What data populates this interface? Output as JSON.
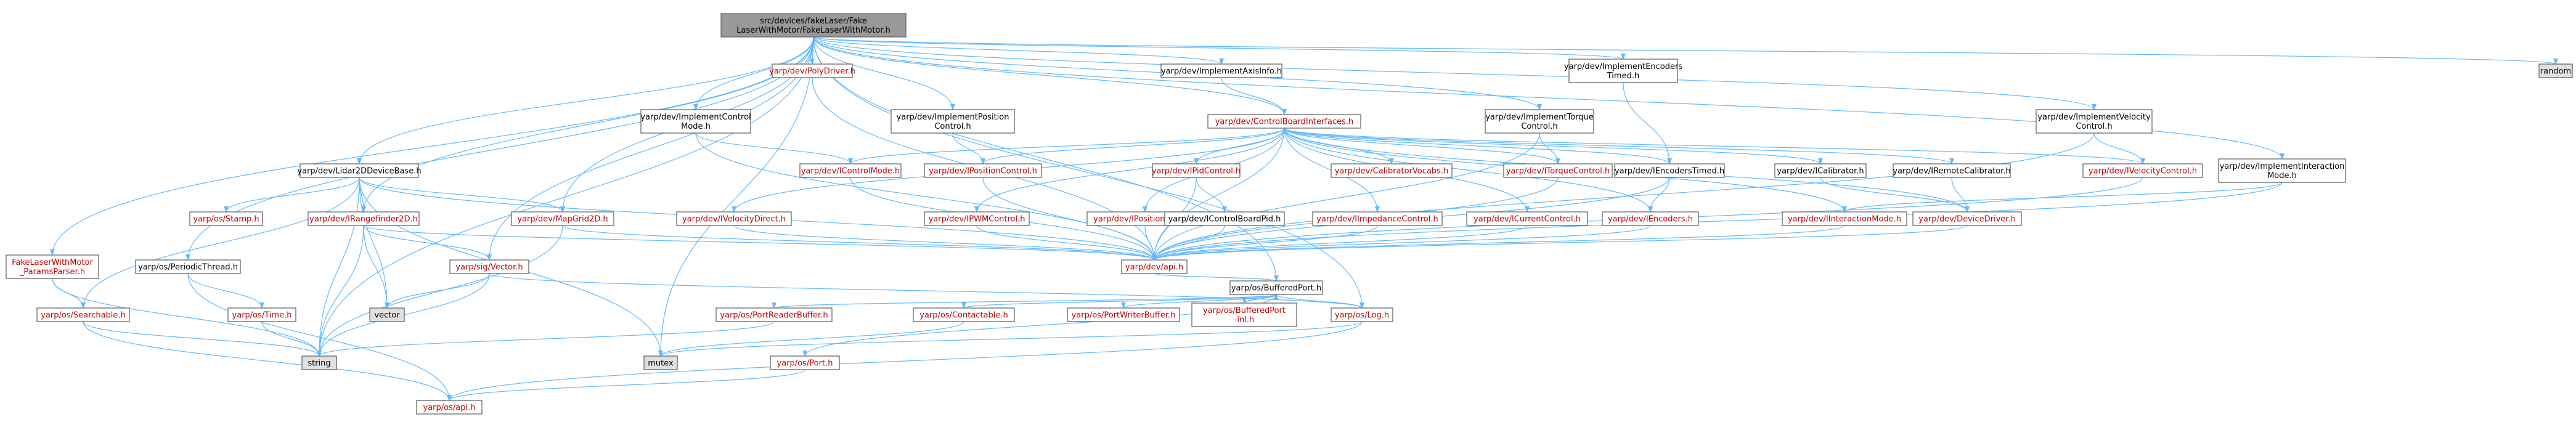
{
  "diagram": {
    "title": "src/devices/fakeLaser/FakeLaserWithMotor/FakeLaserWithMotor.h",
    "colors": {
      "edge": "#63B8FF",
      "root_fill": "#999999",
      "node_fill": "#ffffff",
      "system_fill": "#E0E0E0",
      "link_text": "#BF0000",
      "plain_text": "#000000",
      "border": "#666666"
    },
    "nodes": [
      {
        "id": "root",
        "lines": [
          "src/devices/fakeLaser/Fake",
          "LaserWithMotor/FakeLaserWithMotor.h"
        ],
        "kind": "root"
      },
      {
        "id": "polydriver",
        "lines": [
          "yarp/dev/PolyDriver.h"
        ],
        "kind": "link"
      },
      {
        "id": "implaxis",
        "lines": [
          "yarp/dev/ImplementAxisInfo.h"
        ],
        "kind": "plain"
      },
      {
        "id": "implenc",
        "lines": [
          "yarp/dev/ImplementEncoders",
          "Timed.h"
        ],
        "kind": "plain"
      },
      {
        "id": "random",
        "lines": [
          "random"
        ],
        "kind": "system"
      },
      {
        "id": "implctrlmode",
        "lines": [
          "yarp/dev/ImplementControl",
          "Mode.h"
        ],
        "kind": "plain"
      },
      {
        "id": "implpos",
        "lines": [
          "yarp/dev/ImplementPosition",
          "Control.h"
        ],
        "kind": "plain"
      },
      {
        "id": "cbi",
        "lines": [
          "yarp/dev/ControlBoardInterfaces.h"
        ],
        "kind": "link"
      },
      {
        "id": "impltorque",
        "lines": [
          "yarp/dev/ImplementTorque",
          "Control.h"
        ],
        "kind": "plain"
      },
      {
        "id": "implvel",
        "lines": [
          "yarp/dev/ImplementVelocity",
          "Control.h"
        ],
        "kind": "plain"
      },
      {
        "id": "lidar",
        "lines": [
          "yarp/dev/Lidar2DDeviceBase.h"
        ],
        "kind": "plain"
      },
      {
        "id": "icontrolmode",
        "lines": [
          "yarp/dev/IControlMode.h"
        ],
        "kind": "link"
      },
      {
        "id": "iposctrl",
        "lines": [
          "yarp/dev/IPositionControl.h"
        ],
        "kind": "link"
      },
      {
        "id": "ipid",
        "lines": [
          "yarp/dev/IPidControl.h"
        ],
        "kind": "link"
      },
      {
        "id": "calvocabs",
        "lines": [
          "yarp/dev/CalibratorVocabs.h"
        ],
        "kind": "link"
      },
      {
        "id": "itorque",
        "lines": [
          "yarp/dev/ITorqueControl.h"
        ],
        "kind": "link"
      },
      {
        "id": "iencodertimed",
        "lines": [
          "yarp/dev/IEncodersTimed.h"
        ],
        "kind": "plain"
      },
      {
        "id": "icalibrator",
        "lines": [
          "yarp/dev/ICalibrator.h"
        ],
        "kind": "plain"
      },
      {
        "id": "iremotecal",
        "lines": [
          "yarp/dev/IRemoteCalibrator.h"
        ],
        "kind": "plain"
      },
      {
        "id": "ivelctrl",
        "lines": [
          "yarp/dev/IVelocityControl.h"
        ],
        "kind": "link"
      },
      {
        "id": "implinter",
        "lines": [
          "yarp/dev/ImplementInteraction",
          "Mode.h"
        ],
        "kind": "plain"
      },
      {
        "id": "stamp",
        "lines": [
          "yarp/os/Stamp.h"
        ],
        "kind": "link"
      },
      {
        "id": "irange",
        "lines": [
          "yarp/dev/IRangefinder2D.h"
        ],
        "kind": "link"
      },
      {
        "id": "mapgrid",
        "lines": [
          "yarp/dev/MapGrid2D.h"
        ],
        "kind": "link"
      },
      {
        "id": "ivelocitydirect",
        "lines": [
          "yarp/dev/IVelocityDirect.h"
        ],
        "kind": "link"
      },
      {
        "id": "ipwm",
        "lines": [
          "yarp/dev/IPWMControl.h"
        ],
        "kind": "link"
      },
      {
        "id": "iposdirect",
        "lines": [
          "yarp/dev/IPositionDirect.h"
        ],
        "kind": "link"
      },
      {
        "id": "icbpid",
        "lines": [
          "yarp/dev/IControlBoardPid.h"
        ],
        "kind": "plain"
      },
      {
        "id": "iimpedance",
        "lines": [
          "yarp/dev/IImpedanceControl.h"
        ],
        "kind": "link"
      },
      {
        "id": "icurrent",
        "lines": [
          "yarp/dev/ICurrentControl.h"
        ],
        "kind": "link"
      },
      {
        "id": "iencoders",
        "lines": [
          "yarp/dev/IEncoders.h"
        ],
        "kind": "link"
      },
      {
        "id": "iinteraction",
        "lines": [
          "yarp/dev/IInteractionMode.h"
        ],
        "kind": "link"
      },
      {
        "id": "devicedriver",
        "lines": [
          "yarp/dev/DeviceDriver.h"
        ],
        "kind": "link"
      },
      {
        "id": "fakeparams",
        "lines": [
          "FakeLaserWithMotor",
          "_ParamsParser.h"
        ],
        "kind": "link"
      },
      {
        "id": "periodic",
        "lines": [
          "yarp/os/PeriodicThread.h"
        ],
        "kind": "plain"
      },
      {
        "id": "sigvector",
        "lines": [
          "yarp/sig/Vector.h"
        ],
        "kind": "link"
      },
      {
        "id": "devapi",
        "lines": [
          "yarp/dev/api.h"
        ],
        "kind": "link"
      },
      {
        "id": "bufport",
        "lines": [
          "yarp/os/BufferedPort.h"
        ],
        "kind": "plain"
      },
      {
        "id": "vector",
        "lines": [
          "vector"
        ],
        "kind": "system"
      },
      {
        "id": "searchable",
        "lines": [
          "yarp/os/Searchable.h"
        ],
        "kind": "link"
      },
      {
        "id": "time",
        "lines": [
          "yarp/os/Time.h"
        ],
        "kind": "link"
      },
      {
        "id": "portreader",
        "lines": [
          "yarp/os/PortReaderBuffer.h"
        ],
        "kind": "link"
      },
      {
        "id": "contactable",
        "lines": [
          "yarp/os/Contactable.h"
        ],
        "kind": "link"
      },
      {
        "id": "portwriter",
        "lines": [
          "yarp/os/PortWriterBuffer.h"
        ],
        "kind": "link"
      },
      {
        "id": "bufportinl",
        "lines": [
          "yarp/os/BufferedPort",
          "-inl.h"
        ],
        "kind": "link"
      },
      {
        "id": "log",
        "lines": [
          "yarp/os/Log.h"
        ],
        "kind": "link"
      },
      {
        "id": "string",
        "lines": [
          "string"
        ],
        "kind": "system"
      },
      {
        "id": "mutex",
        "lines": [
          "mutex"
        ],
        "kind": "system"
      },
      {
        "id": "port",
        "lines": [
          "yarp/os/Port.h"
        ],
        "kind": "link"
      },
      {
        "id": "osapi",
        "lines": [
          "yarp/os/api.h"
        ],
        "kind": "link"
      }
    ],
    "edges": [
      [
        "root",
        "polydriver"
      ],
      [
        "root",
        "implaxis"
      ],
      [
        "root",
        "implenc"
      ],
      [
        "root",
        "random"
      ],
      [
        "root",
        "implctrlmode"
      ],
      [
        "root",
        "implpos"
      ],
      [
        "root",
        "impltorque"
      ],
      [
        "root",
        "implvel"
      ],
      [
        "root",
        "lidar"
      ],
      [
        "root",
        "cbi"
      ],
      [
        "root",
        "irange"
      ],
      [
        "root",
        "mapgrid"
      ],
      [
        "root",
        "implinter"
      ],
      [
        "root",
        "fakeparams"
      ],
      [
        "root",
        "periodic"
      ],
      [
        "root",
        "sigvector"
      ],
      [
        "root",
        "string"
      ],
      [
        "root",
        "mutex"
      ],
      [
        "root",
        "bufport"
      ],
      [
        "root",
        "log"
      ],
      [
        "polydriver",
        "devapi"
      ],
      [
        "implaxis",
        "cbi"
      ],
      [
        "implenc",
        "iencodertimed"
      ],
      [
        "implctrlmode",
        "icontrolmode"
      ],
      [
        "implctrlmode",
        "devapi"
      ],
      [
        "implpos",
        "iposctrl"
      ],
      [
        "impltorque",
        "itorque"
      ],
      [
        "impltorque",
        "devapi"
      ],
      [
        "implvel",
        "ivelctrl"
      ],
      [
        "implvel",
        "devapi"
      ],
      [
        "implinter",
        "iinteraction"
      ],
      [
        "implinter",
        "devapi"
      ],
      [
        "cbi",
        "icontrolmode"
      ],
      [
        "cbi",
        "iposctrl"
      ],
      [
        "cbi",
        "ipid"
      ],
      [
        "cbi",
        "calvocabs"
      ],
      [
        "cbi",
        "itorque"
      ],
      [
        "cbi",
        "iencodertimed"
      ],
      [
        "cbi",
        "icalibrator"
      ],
      [
        "cbi",
        "iremotecal"
      ],
      [
        "cbi",
        "ivelctrl"
      ],
      [
        "cbi",
        "ivelocitydirect"
      ],
      [
        "cbi",
        "ipwm"
      ],
      [
        "cbi",
        "iposdirect"
      ],
      [
        "cbi",
        "iimpedance"
      ],
      [
        "cbi",
        "icurrent"
      ],
      [
        "cbi",
        "iencoders"
      ],
      [
        "cbi",
        "iinteraction"
      ],
      [
        "cbi",
        "devicedriver"
      ],
      [
        "cbi",
        "devapi"
      ],
      [
        "icontrolmode",
        "devapi"
      ],
      [
        "iposctrl",
        "devapi"
      ],
      [
        "ipid",
        "icbpid"
      ],
      [
        "ipid",
        "devapi"
      ],
      [
        "itorque",
        "devapi"
      ],
      [
        "iencodertimed",
        "iencoders"
      ],
      [
        "iencodertimed",
        "devapi"
      ],
      [
        "icalibrator",
        "devicedriver"
      ],
      [
        "iremotecal",
        "devicedriver"
      ],
      [
        "ivelctrl",
        "devapi"
      ],
      [
        "ivelocitydirect",
        "devapi"
      ],
      [
        "ipwm",
        "devapi"
      ],
      [
        "iposdirect",
        "devapi"
      ],
      [
        "icbpid",
        "devapi"
      ],
      [
        "iimpedance",
        "devapi"
      ],
      [
        "icurrent",
        "devapi"
      ],
      [
        "iencoders",
        "devapi"
      ],
      [
        "iinteraction",
        "devapi"
      ],
      [
        "devicedriver",
        "devapi"
      ],
      [
        "lidar",
        "stamp"
      ],
      [
        "lidar",
        "irange"
      ],
      [
        "lidar",
        "mapgrid"
      ],
      [
        "lidar",
        "devapi"
      ],
      [
        "lidar",
        "searchable"
      ],
      [
        "lidar",
        "vector"
      ],
      [
        "lidar",
        "string"
      ],
      [
        "lidar",
        "mutex"
      ],
      [
        "irange",
        "sigvector"
      ],
      [
        "irange",
        "devapi"
      ],
      [
        "irange",
        "vector"
      ],
      [
        "irange",
        "string"
      ],
      [
        "mapgrid",
        "devapi"
      ],
      [
        "mapgrid",
        "string"
      ],
      [
        "fakeparams",
        "searchable"
      ],
      [
        "fakeparams",
        "string"
      ],
      [
        "periodic",
        "time"
      ],
      [
        "periodic",
        "osapi"
      ],
      [
        "sigvector",
        "vector"
      ],
      [
        "sigvector",
        "string"
      ],
      [
        "sigvector",
        "log"
      ],
      [
        "devapi",
        "bufport"
      ],
      [
        "bufport",
        "portreader"
      ],
      [
        "bufport",
        "contactable"
      ],
      [
        "bufport",
        "portwriter"
      ],
      [
        "bufport",
        "bufportinl"
      ],
      [
        "bufport",
        "log"
      ],
      [
        "bufport",
        "port"
      ],
      [
        "bufportinl",
        "bufport"
      ],
      [
        "searchable",
        "string"
      ],
      [
        "searchable",
        "osapi"
      ],
      [
        "time",
        "string"
      ],
      [
        "portreader",
        "string"
      ],
      [
        "contactable",
        "mutex"
      ],
      [
        "log",
        "mutex"
      ],
      [
        "log",
        "osapi"
      ],
      [
        "port",
        "osapi"
      ]
    ]
  }
}
